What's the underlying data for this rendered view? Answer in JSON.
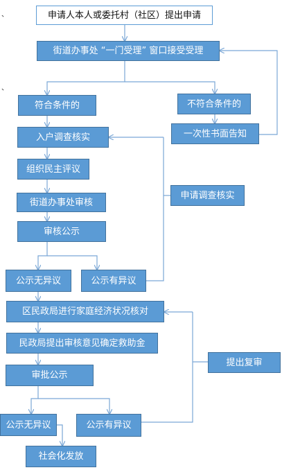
{
  "nodes": {
    "apply": "申请人本人或委托村（社区）提出申请",
    "street_window": "街道办事处 “一门受理” 窗口接受受理",
    "qualified": "符合条件的",
    "not_qualified": "不符合条件的",
    "written_notice": "一次性书面告知",
    "household_check": "入户调查核实",
    "democratic_review": "组织民主评议",
    "street_audit": "街道办事处审核",
    "audit_publicity": "审核公示",
    "reinvestigate": "申请调查核实",
    "publicity_no_objection_1": "公示无异议",
    "publicity_objection_1": "公示有异议",
    "civil_affairs_check": "区民政局进行家庭经济状况核对",
    "civil_affairs_opinion": "民政局提出审核意见确定救助金",
    "review_request": "提出复审",
    "approval_publicity": "审批公示",
    "publicity_no_objection_2": "公示无异议",
    "publicity_objection_2": "公示有异议",
    "socialized_payment": "社会化发放"
  },
  "colors": {
    "box_fill": "#5b9bd5",
    "box_border": "#41719c",
    "box_text": "#ffffff",
    "outline_border": "#5b9bd5",
    "connector": "#7aa7d6"
  }
}
